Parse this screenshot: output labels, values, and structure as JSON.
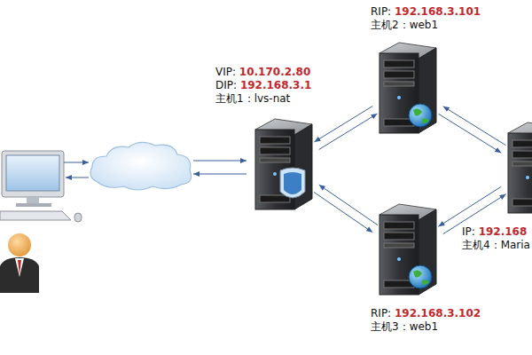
{
  "diagram": {
    "nodes": [
      {
        "text": [
          "VIP: 10.170.2.80",
          "DIP: 192.168.3.1",
          "主机1：lvs-nat"
        ]
      },
      {
        "text": [
          "RIP: 192.168.3.101",
          "主机2：web1"
        ]
      },
      {
        "text": [
          "RIP: 192.168.3.102",
          "主机3：web1"
        ]
      },
      {
        "text": [
          "IP: 192.168",
          "主机4：Maria"
        ]
      }
    ],
    "edges": [
      {
        "from": 0,
        "to": 1,
        "arrow": "to"
      },
      {
        "from": 1,
        "to": 0,
        "arrow": "to"
      },
      {
        "from": 0,
        "to": 2,
        "arrow": "to"
      },
      {
        "from": 2,
        "to": 0,
        "arrow": "to"
      },
      {
        "from": 1,
        "to": 3,
        "arrow": "to"
      },
      {
        "from": 3,
        "to": 1,
        "arrow": "to"
      },
      {
        "from": 2,
        "to": 3,
        "arrow": "to"
      },
      {
        "from": 3,
        "to": 2,
        "arrow": "to"
      }
    ]
  }
}
